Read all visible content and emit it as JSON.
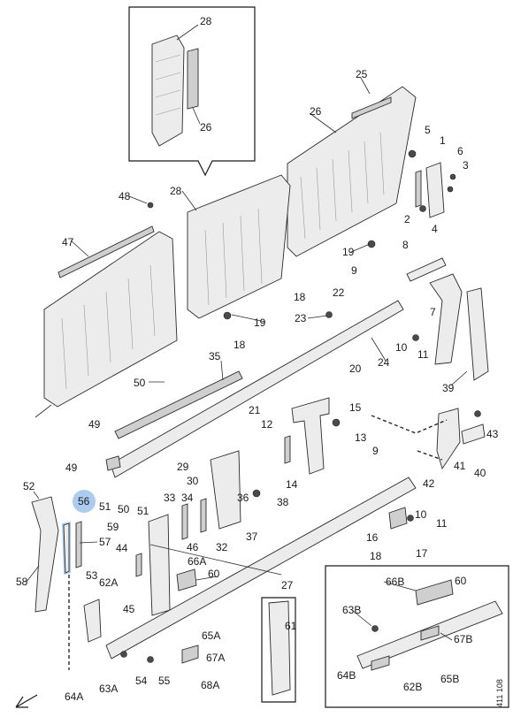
{
  "diagram": {
    "reference_code": "411 108",
    "highlight_color": "#9cc3ec",
    "callouts": [
      "28",
      "26",
      "25",
      "26",
      "5",
      "1",
      "6",
      "3",
      "2",
      "4",
      "48",
      "28",
      "47",
      "19",
      "8",
      "9",
      "18",
      "19",
      "22",
      "23",
      "18",
      "7",
      "10",
      "11",
      "24",
      "20",
      "35",
      "50",
      "39",
      "21",
      "15",
      "12",
      "49",
      "13",
      "41",
      "43",
      "29",
      "30",
      "14",
      "9",
      "40",
      "49",
      "42",
      "52",
      "56",
      "59",
      "51",
      "50",
      "51",
      "33",
      "34",
      "36",
      "38",
      "57",
      "16",
      "17",
      "10",
      "11",
      "44",
      "46",
      "32",
      "37",
      "66A",
      "18",
      "58",
      "53",
      "62A",
      "45",
      "60",
      "27",
      "66B",
      "60",
      "63B",
      "67B",
      "61",
      "65A",
      "67A",
      "54",
      "55",
      "63A",
      "64B",
      "62B",
      "65B",
      "64A",
      "68A"
    ]
  }
}
